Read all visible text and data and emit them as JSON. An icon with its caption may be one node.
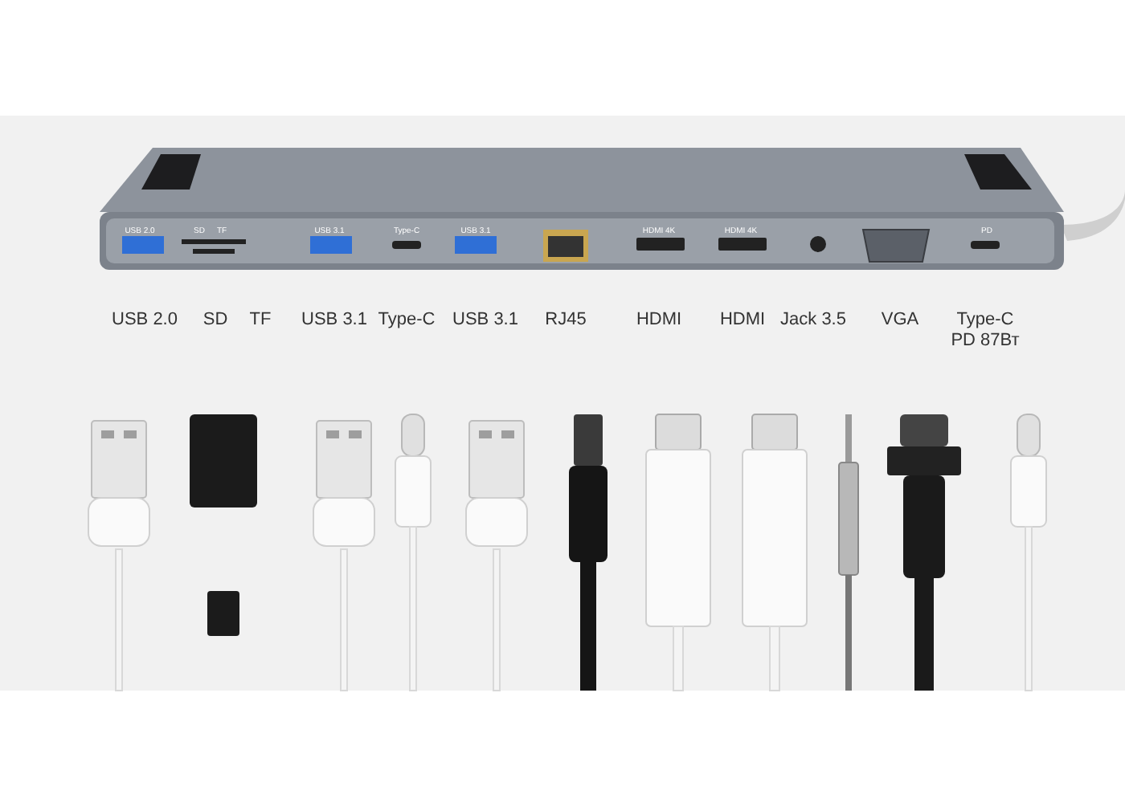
{
  "diagram": {
    "labels": [
      "USB 2.0",
      "SD",
      "TF",
      "USB 3.1",
      "Type-C",
      "USB 3.1",
      "HDMI 4K",
      "HDMI 4K",
      "PD",
      "USB 2.0",
      "SD",
      "TF",
      "USB 3.1",
      "Type-C",
      "USB 3.1",
      "RJ45",
      "HDMI",
      "HDMI",
      "Jack 3.5",
      "VGA",
      "Type-C PD 87Вт"
    ]
  }
}
